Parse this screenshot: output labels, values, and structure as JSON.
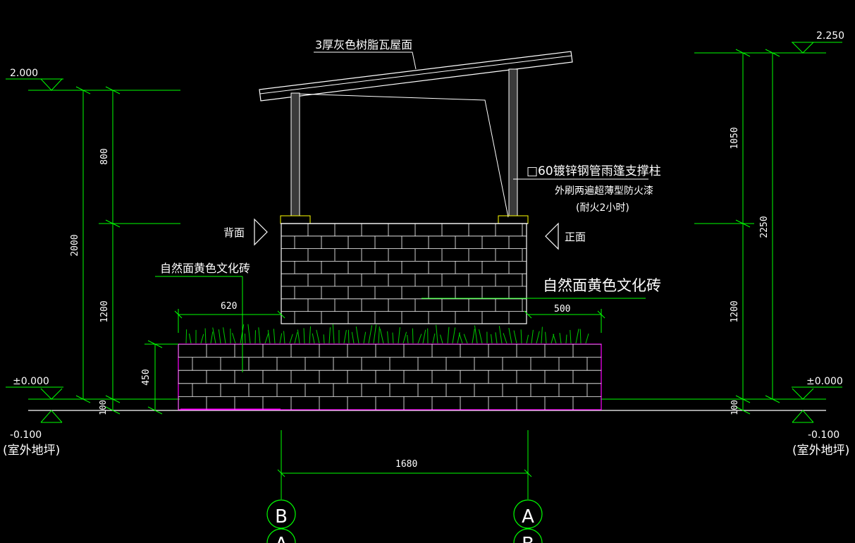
{
  "colors": {
    "background": "#000000",
    "dimension_line": "#00ff00",
    "outline": "#ffffff",
    "planter_edge": "#ff00ff",
    "text": "#ffffff"
  },
  "labels": {
    "roof": "3厚灰色树脂瓦屋面",
    "post_line1": "□60镀锌钢管雨篷支撑柱",
    "post_line2": "外刷两遍超薄型防火漆",
    "post_line3": "(耐火2小时)",
    "back_face": "背面",
    "front_face": "正面",
    "brick_left": "自然面黄色文化砖",
    "brick_right": "自然面黄色文化砖"
  },
  "elevations": {
    "left_top": "2.000",
    "left_zero": "±0.000",
    "left_ground": "-0.100",
    "left_ground_note": "(室外地坪)",
    "right_top": "2.250",
    "right_zero": "±0.000",
    "right_ground": "-0.100",
    "right_ground_note": "(室外地坪)"
  },
  "dimensions": {
    "left_800": "800",
    "left_1200": "1200",
    "left_2000": "2000",
    "left_100": "100",
    "left_450": "450",
    "top_620": "620",
    "top_500": "500",
    "right_1050": "1050",
    "right_1200": "1200",
    "right_2250": "2250",
    "right_100": "100",
    "bottom_1680": "1680"
  },
  "axes": {
    "left_axis": "B",
    "left_axis_lower": "A",
    "right_axis": "A",
    "right_axis_lower": "B"
  }
}
